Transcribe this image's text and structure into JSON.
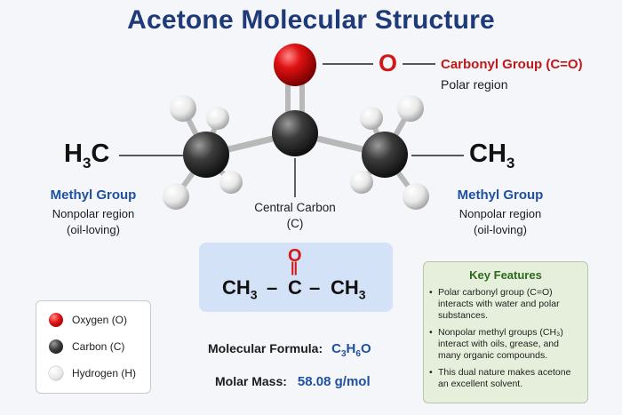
{
  "title": "Acetone Molecular Structure",
  "molecule": {
    "left_group": {
      "main": "H",
      "sub": "3",
      "tail": "C"
    },
    "right_group": {
      "main": "CH",
      "sub": "3"
    },
    "oxygen_symbol": "O"
  },
  "labels": {
    "carbonyl_title": "Carbonyl Group (C=O)",
    "carbonyl_desc": "Polar region",
    "central_title": "Central Carbon",
    "central_desc": "(C)",
    "methyl_left_title": "Methyl Group",
    "methyl_left_line1": "Nonpolar region",
    "methyl_left_line2": "(oil-loving)",
    "methyl_right_title": "Methyl Group",
    "methyl_right_line1": "Nonpolar region",
    "methyl_right_line2": "(oil-loving)"
  },
  "structural_formula": {
    "top": "O",
    "double_bond": "||",
    "left": "CH",
    "left_sub": "3",
    "bond1": "–",
    "center": "C",
    "bond2": "–",
    "right": "CH",
    "right_sub": "3"
  },
  "legend": {
    "items": [
      {
        "label": "Oxygen (O)",
        "color": "#d51515"
      },
      {
        "label": "Carbon (C)",
        "color": "#3a3a3a"
      },
      {
        "label": "Hydrogen (H)",
        "color": "#f2f2f2"
      }
    ]
  },
  "info": {
    "formula_label": "Molecular Formula:",
    "formula_parts": [
      "C",
      "3",
      "H",
      "6",
      "O"
    ],
    "mass_label": "Molar Mass:",
    "mass_value": "58.08 g/mol"
  },
  "features": {
    "title": "Key Features",
    "items": [
      "Polar carbonyl group (C=O) interacts with water and polar substances.",
      "Nonpolar methyl groups (CH₃) interact with oils, grease, and many organic compounds.",
      "This dual nature makes acetone an excellent solvent."
    ]
  },
  "colors": {
    "title": "#1f3a78",
    "accent_blue": "#2050a0",
    "accent_red": "#c01818",
    "features_title": "#2d6a1e"
  }
}
